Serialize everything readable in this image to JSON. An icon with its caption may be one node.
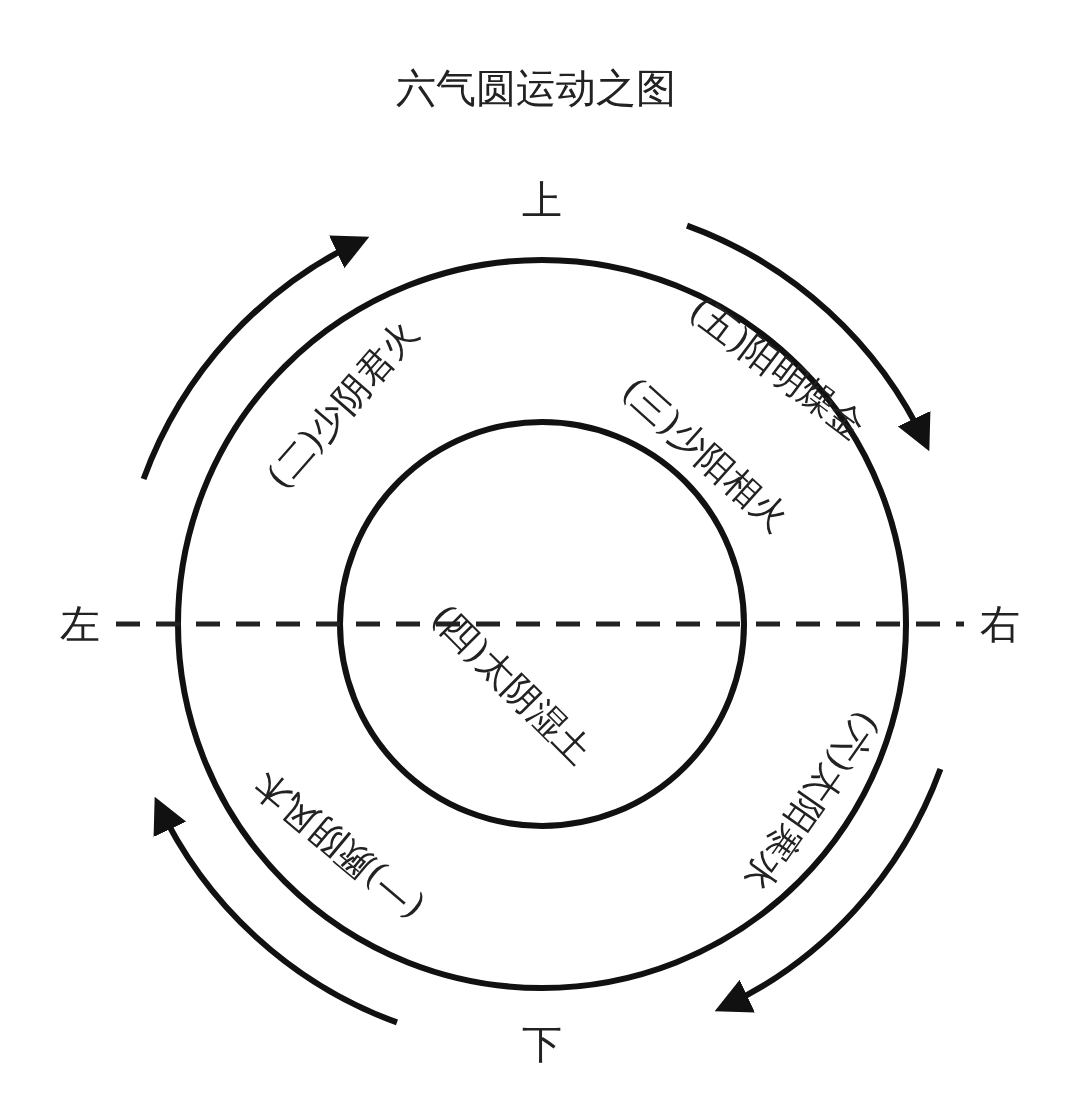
{
  "diagram": {
    "title": "六气圆运动之图",
    "labels": [
      "上",
      "(二)少阴君火",
      "(五)阳明燥金",
      "(三)少阳相火",
      "左",
      "(四)太阴湿土",
      "右",
      "(六)太阳寒水",
      "(一)厥阴风木",
      "下"
    ]
  }
}
